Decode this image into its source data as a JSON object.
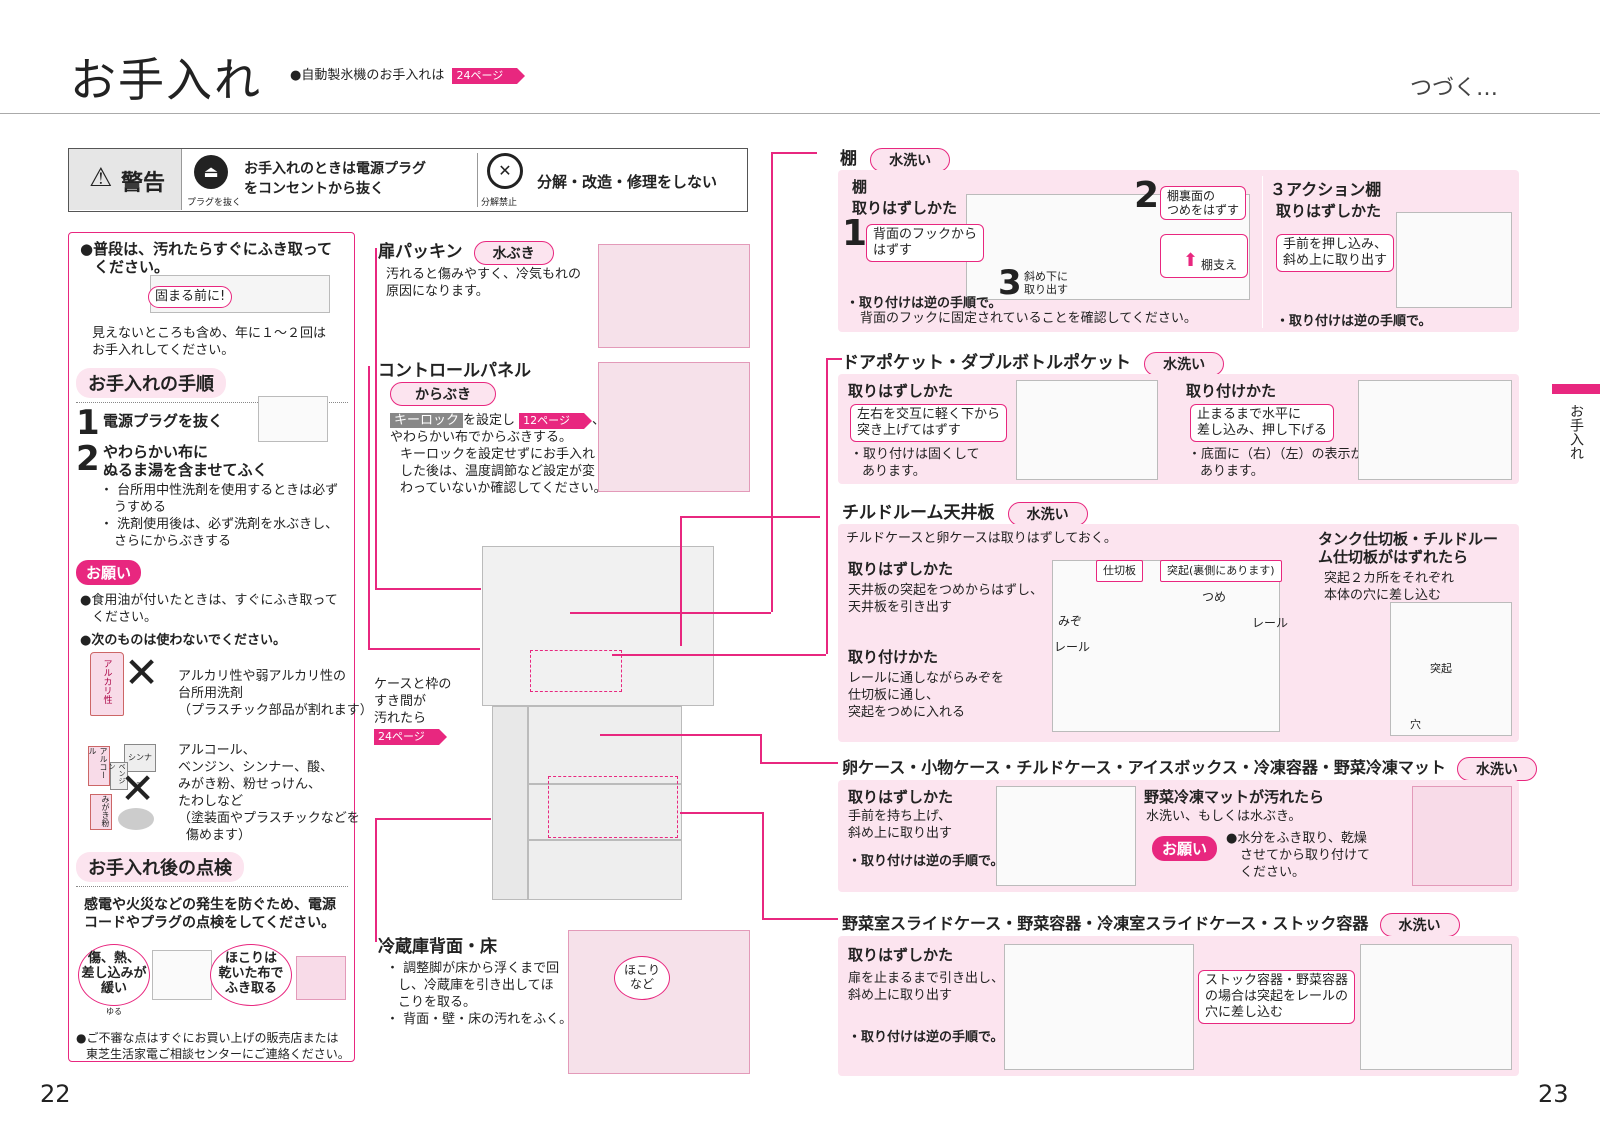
{
  "header": {
    "title": "お手入れ",
    "note": "●自動製氷機のお手入れは",
    "note_ref": "24ページ",
    "continued": "つづく…"
  },
  "warning": {
    "label": "警告",
    "item1_line1": "お手入れのときは電源プラグ",
    "item1_line2": "をコンセントから抜く",
    "item1_caption": "プラグを抜く",
    "item2": "分解・改造・修理をしない",
    "item2_caption": "分解禁止"
  },
  "left": {
    "intro_line1": "●普段は、汚れたらすぐにふき取って",
    "intro_line2": "ください。",
    "bubble": "固まる前に!",
    "yearly_line1": "見えないところも含め、年に１～２回は",
    "yearly_line2": "お手入れしてください。",
    "procedure_title": "お手入れの手順",
    "step1_num": "1",
    "step1": "電源プラグを抜く",
    "step2_num": "2",
    "step2_line1": "やわらかい布に",
    "step2_line2": "ぬるま湯を含ませてふく",
    "step2_note1a": "・ 台所用中性洗剤を使用するときは必ず",
    "step2_note1b": "うすめる",
    "step2_note2a": "・ 洗剤使用後は、必ず洗剤を水ぶきし、",
    "step2_note2b": "さらにからぶきする",
    "request_badge": "お願い",
    "oil_line1": "●食用油が付いたときは、すぐにふき取って",
    "oil_line2": "ください。",
    "donotuse": "●次のものは使わないでください。",
    "bottle_label": "アルカリ性",
    "ng1_line1": "アルカリ性や弱アルカリ性の",
    "ng1_line2": "台所用洗剤",
    "ng1_line3": "（プラスチック部品が割れます）",
    "can_label1": "アルコール",
    "can_label2": "シンナー",
    "can_label3": "ベンジン",
    "can_label4": "みがき粉",
    "ng2_line1": "アルコール、",
    "ng2_line2": "ベンジン、シンナー、酸、",
    "ng2_line3": "みがき粉、粉せっけん、",
    "ng2_line4": "たわしなど",
    "ng2_line5": "（塗装面やプラスチックなどを",
    "ng2_line6": "傷めます）",
    "check_title": "お手入れ後の点検",
    "check_line1": "感電や火災などの発生を防ぐため、電源",
    "check_line2": "コードやプラグの点検をしてください。",
    "bubble_a_line1": "傷、熱、",
    "bubble_a_line2": "差し込みが",
    "bubble_a_line3": "緩い",
    "bubble_a_ruby": "ゆる",
    "bubble_b_line1": "ほこりは",
    "bubble_b_line2": "乾いた布で",
    "bubble_b_line3": "ふき取る",
    "contact_line1": "●ご不審な点はすぐにお買い上げの販売店または",
    "contact_line2": "東芝生活家電ご相談センターにご連絡ください。"
  },
  "middle": {
    "gasket_title": "扉パッキン",
    "gasket_pill": "水ぶき",
    "gasket_line1": "汚れると傷みやすく、冷気もれの",
    "gasket_line2": "原因になります。",
    "panel_title": "コントロールパネル",
    "panel_pill": "からぶき",
    "panel_keylock": "キーロック",
    "panel_text1": "を設定し",
    "panel_ref": "12ページ",
    "panel_text2": "、",
    "panel_line2": "やわらかい布でからぶきする。",
    "panel_note1": "キーロックを設定せずにお手入れ",
    "panel_note2": "した後は、温度調節など設定が変",
    "panel_note3": "わっていないか確認してください。",
    "gap_line1": "ケースと枠の",
    "gap_line2": "すき間が",
    "gap_line3": "汚れたら",
    "gap_ref": "24ページ",
    "back_title": "冷蔵庫背面・床",
    "back_line1": "・ 調整脚が床から浮くまで回",
    "back_line2": "し、冷蔵庫を引き出してほ",
    "back_line3": "こりを取る。",
    "back_line4": "・ 背面・壁・床の汚れをふく。",
    "dust_line1": "ほこり",
    "dust_line2": "など"
  },
  "shelf": {
    "title": "棚",
    "pill": "水洗い",
    "sub": "棚",
    "remove": "取りはずしかた",
    "step1": "1",
    "step1_line1": "背面のフックから",
    "step1_line2": "はずす",
    "step2": "2",
    "step2_line1": "棚裏面の",
    "step2_line2": "つめをはずす",
    "support": "棚支え",
    "step3": "3",
    "step3_line1": "斜め下に",
    "step3_line2": "取り出す",
    "attach": "・取り付けは逆の手順で。",
    "attach_note": "背面のフックに固定されていることを確認してください。",
    "action_title": "３アクション棚",
    "action_remove": "取りはずしかた",
    "action_line1": "手前を押し込み、",
    "action_line2": "斜め上に取り出す",
    "action_attach": "・取り付けは逆の手順で。"
  },
  "pocket": {
    "title": "ドアポケット・ダブルボトルポケット",
    "pill": "水洗い",
    "remove": "取りはずしかた",
    "remove_line1": "左右を交互に軽く下から",
    "remove_line2": "突き上げてはずす",
    "remove_note1": "・取り付けは固くして",
    "remove_note2": "あります。",
    "attach": "取り付けかた",
    "attach_line1": "止まるまで水平に",
    "attach_line2": "差し込み、押し下げる",
    "attach_note1": "・底面に（右）（左）の表示が",
    "attach_note2": "あります。"
  },
  "chilled": {
    "title": "チルドルーム天井板",
    "pill": "水洗い",
    "lead": "チルドケースと卵ケースは取りはずしておく。",
    "remove": "取りはずしかた",
    "remove_line1": "天井板の突起をつめからはずし、",
    "remove_line2": "天井板を引き出す",
    "attach": "取り付けかた",
    "attach_line1": "レールに通しながらみぞを",
    "attach_line2": "仕切板に通し、",
    "attach_line3": "突起をつめに入れる",
    "lbl_partition": "仕切板",
    "lbl_proj": "突起(裏側にあります)",
    "lbl_claw": "つめ",
    "lbl_groove": "みぞ",
    "lbl_rail1": "レール",
    "lbl_rail2": "レール",
    "tank_line1": "タンク仕切板・チルドルー",
    "tank_line2": "ム仕切板がはずれたら",
    "tank_line3": "突起２カ所をそれぞれ",
    "tank_line4": "本体の穴に差し込む",
    "lbl_proj2": "突起",
    "lbl_hole": "穴"
  },
  "egg": {
    "title": "卵ケース・小物ケース・チルドケース・アイスボックス・冷凍容器・野菜冷凍マット",
    "pill": "水洗い",
    "remove": "取りはずしかた",
    "remove_line1": "手前を持ち上げ、",
    "remove_line2": "斜め上に取り出す",
    "attach": "・取り付けは逆の手順で。",
    "mat_title": "野菜冷凍マットが汚れたら",
    "mat_line": "水洗い、もしくは水ぶき。",
    "request_badge": "お願い",
    "mat_note1": "●水分をふき取り、乾燥",
    "mat_note2": "させてから取り付けて",
    "mat_note3": "ください。"
  },
  "veg": {
    "title": "野菜室スライドケース・野菜容器・冷凍室スライドケース・ストック容器",
    "pill": "水洗い",
    "remove": "取りはずしかた",
    "remove_line1": "扉を止まるまで引き出し、",
    "remove_line2": "斜め上に取り出す",
    "attach": "・取り付けは逆の手順で。",
    "stock_line1": "ストック容器・野菜容器",
    "stock_line2": "の場合は突起をレールの",
    "stock_line3": "穴に差し込む"
  },
  "side_tab": "お手入れ",
  "page_left": "22",
  "page_right": "23"
}
